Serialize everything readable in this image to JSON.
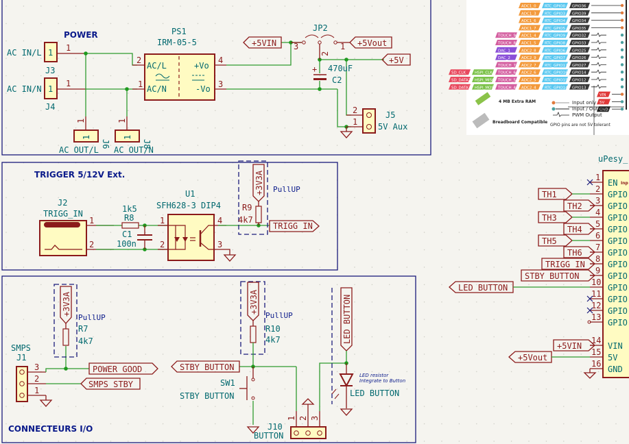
{
  "sheets": {
    "power": {
      "title": "POWER",
      "ps1": {
        "ref": "PS1",
        "value": "IRM-05-5",
        "pins": {
          "acl": "AC/L",
          "acn": "AC/N",
          "vop": "+Vo",
          "von": "-Vo"
        },
        "pin_numbers": [
          "2",
          "1",
          "4",
          "3"
        ]
      },
      "j3": {
        "ref": "J3",
        "label": "AC IN/L",
        "pin": "1"
      },
      "j4": {
        "ref": "J4",
        "label": "AC IN/N",
        "pin": "1"
      },
      "j6": {
        "ref": "J6",
        "label": "AC OUT/L",
        "pin": "1"
      },
      "j8": {
        "ref": "J8",
        "label": "AC OUT/N",
        "pin": "1"
      },
      "jp2": {
        "ref": "JP2",
        "pins": [
          "3",
          "2",
          "1"
        ]
      },
      "c2": {
        "ref": "C2",
        "value": "470uF",
        "polarity": "+"
      },
      "j5": {
        "ref": "J5",
        "value": "5V Aux",
        "pins": [
          "2",
          "1"
        ]
      },
      "labels": {
        "in5v": "+5VIN",
        "out5v": "+5Vout",
        "rail5v": "+5V"
      }
    },
    "trigger": {
      "title": "TRIGGER 5/12V Ext.",
      "j2": {
        "ref": "J2",
        "value": "TRIGG_IN",
        "pins": [
          "1",
          "2"
        ]
      },
      "r8": {
        "ref": "R8",
        "value": "1k5"
      },
      "c1": {
        "ref": "C1",
        "value": "100n"
      },
      "u1": {
        "ref": "U1",
        "value": "SFH628-3 DIP4",
        "pins": [
          "1",
          "2",
          "4",
          "3"
        ]
      },
      "r9": {
        "ref": "R9",
        "value": "4k7"
      },
      "pullup_note": "PullUP",
      "supply": "+3V3A",
      "out_label": "TRIGG IN"
    },
    "io": {
      "title": "CONNECTEURS I/O",
      "j1": {
        "ref": "J1",
        "value": "SMPS",
        "pins": [
          "3",
          "2",
          "1"
        ]
      },
      "r7": {
        "ref": "R7",
        "value": "4k7"
      },
      "r7_note": "PullUP",
      "r7_supply": "+3V3A",
      "power_good": "POWER GOOD",
      "smps_stby": "SMPS STBY",
      "r10": {
        "ref": "R10",
        "value": "4k7"
      },
      "r10_note": "PullUP",
      "r10_supply": "+3V3A",
      "stby_label": "STBY BUTTON",
      "sw1": {
        "ref": "SW1",
        "value": "STBY BUTTON"
      },
      "j10": {
        "ref": "J10",
        "value": "BUTTON",
        "pins": [
          "1",
          "2",
          "3"
        ]
      },
      "led_label": "LED BUTTON",
      "led": {
        "value": "LED BUTTON"
      },
      "led_note_1": "LED resistor",
      "led_note_2": "Integrate to Button"
    },
    "mcu": {
      "ref_partial": "uPesy_",
      "small_note": "Inp",
      "pins": [
        {
          "num": "1",
          "name": "EN",
          "net": "",
          "nc": true
        },
        {
          "num": "2",
          "name": "GPIO",
          "net": "TH1"
        },
        {
          "num": "3",
          "name": "GPIO",
          "net": "TH2"
        },
        {
          "num": "4",
          "name": "GPIO",
          "net": "TH3"
        },
        {
          "num": "5",
          "name": "GPIO",
          "net": "TH4"
        },
        {
          "num": "6",
          "name": "GPIO",
          "net": "TH5"
        },
        {
          "num": "7",
          "name": "GPIO",
          "net": "TH6"
        },
        {
          "num": "8",
          "name": "GPIO",
          "net": "TRIGG IN"
        },
        {
          "num": "9",
          "name": "GPIO",
          "net": "STBY BUTTON"
        },
        {
          "num": "10",
          "name": "GPIO",
          "net": "LED BUTTON"
        },
        {
          "num": "11",
          "name": "GPIO",
          "net": "",
          "nc": true
        },
        {
          "num": "12",
          "name": "GPIO",
          "net": "",
          "nc": true
        },
        {
          "num": "13",
          "name": "GPIO",
          "net": "",
          "nc": false
        },
        {
          "num": "14",
          "name": "VIN",
          "net": "+5VIN"
        },
        {
          "num": "15",
          "name": "5V",
          "net": "+5Vout"
        },
        {
          "num": "16",
          "name": "GND",
          "net": "GND"
        }
      ]
    },
    "pinout_image": {
      "rows": [
        {
          "tags": [
            "ADC1_0",
            "RTC_GPIO0",
            "GPIO36"
          ],
          "kind": "input"
        },
        {
          "tags": [
            "ADC1_3",
            "RTC_GPIO3",
            "GPIO39"
          ],
          "kind": "input"
        },
        {
          "tags": [
            "ADC1_6",
            "RTC_GPIO4",
            "GPIO34"
          ],
          "kind": "input"
        },
        {
          "tags": [
            "ADC1_7",
            "RTC_GPIO5",
            "GPIO35"
          ],
          "kind": "input"
        },
        {
          "tags": [
            "TOUCH_9",
            "ADC1_4",
            "RTC_GPIO9",
            "GPIO32"
          ],
          "kind": "pwm"
        },
        {
          "tags": [
            "TOUCH_8",
            "ADC1_5",
            "RTC_GPIO8",
            "GPIO33"
          ],
          "kind": "pwm"
        },
        {
          "tags": [
            "DAC_1",
            "ADC2_8",
            "RTC_GPIO6",
            "GPIO25"
          ],
          "kind": "pwm"
        },
        {
          "tags": [
            "DAC_2",
            "ADC2_9",
            "RTC_GPIO7",
            "GPIO26"
          ],
          "kind": "pwm"
        },
        {
          "tags": [
            "TOUCH_7",
            "ADC2_7",
            "RTC_GPIO17",
            "GPIO27"
          ],
          "kind": "pwm"
        },
        {
          "tags": [
            "SD_CLK",
            "HSPI_CLK",
            "TOUCH_6",
            "ADC2_6",
            "RTC_GPIO16",
            "GPIO14"
          ],
          "kind": "pwm"
        },
        {
          "tags": [
            "SD_DATA2",
            "HSPI_MISO",
            "TOUCH_5",
            "ADC2_5",
            "RTC_GPIO15",
            "GPIO12"
          ],
          "kind": "pwm"
        },
        {
          "tags": [
            "SD_DATA3",
            "HSPI_MOSI",
            "TOUCH_4",
            "ADC2_4",
            "RTC_GPIO14",
            "GPIO13"
          ],
          "kind": "pwm"
        },
        {
          "tags": [
            "VIN"
          ],
          "kind": "power"
        },
        {
          "tags": [
            "5V"
          ],
          "kind": "power"
        },
        {
          "tags": [
            "GND"
          ],
          "kind": "gnd"
        }
      ],
      "ram_label": "4 MB Extra RAM",
      "breadboard_label": "Breadboard Compatible",
      "legend": [
        "Input only",
        "Input / Output",
        "PWM Output"
      ],
      "warning": "GPIO pins are not 5V tolerant"
    }
  },
  "colors": {
    "wire": "#2e9a2e",
    "symbol": "#8b1a1a",
    "symbol_fill": "#fffbc2",
    "reference": "#00686e",
    "frame": "#1a1a7a",
    "background": "#f5f4ef"
  }
}
